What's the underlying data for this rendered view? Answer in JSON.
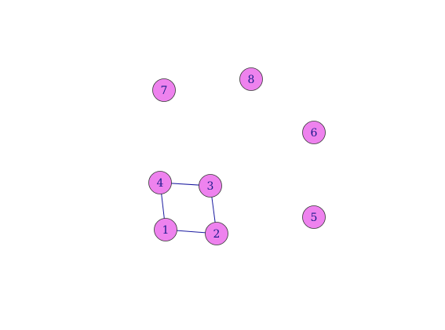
{
  "graph": {
    "node_fill": "#ee82ee",
    "node_stroke": "#333333",
    "edge_color": "#1a1aa0",
    "label_color": "#1a1a8c",
    "nodes": [
      {
        "id": "1",
        "label": "1"
      },
      {
        "id": "2",
        "label": "2"
      },
      {
        "id": "3",
        "label": "3"
      },
      {
        "id": "4",
        "label": "4"
      },
      {
        "id": "5",
        "label": "5"
      },
      {
        "id": "6",
        "label": "6"
      },
      {
        "id": "7",
        "label": "7"
      },
      {
        "id": "8",
        "label": "8"
      }
    ],
    "edges": [
      {
        "source": "1",
        "target": "2"
      },
      {
        "source": "2",
        "target": "3"
      },
      {
        "source": "3",
        "target": "4"
      },
      {
        "source": "4",
        "target": "1"
      }
    ]
  }
}
